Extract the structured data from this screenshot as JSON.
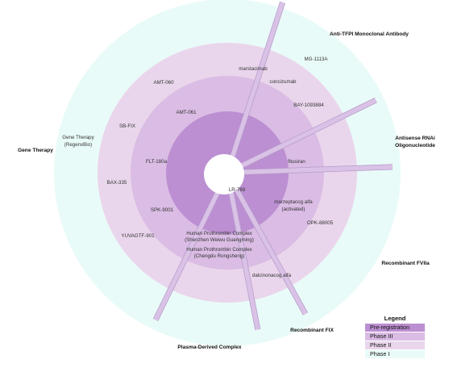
{
  "phases": [
    {
      "name": "Phase I",
      "color": "#e9fbf8"
    },
    {
      "name": "Phase II",
      "color": "#ead6ec"
    },
    {
      "name": "Phase III",
      "color": "#dabce4"
    },
    {
      "name": "Pre-registration",
      "color": "#bb8fd1"
    }
  ],
  "legend": {
    "title": "Legend",
    "items": [
      {
        "label": "Pre-registration",
        "color": "#bb8fd1"
      },
      {
        "label": "Phase III",
        "color": "#dabce4"
      },
      {
        "label": "Phase II",
        "color": "#ead6ec"
      },
      {
        "label": "Phase I",
        "color": "#e9fbf8"
      }
    ]
  },
  "categories": [
    {
      "name": "Anti-TFPI Monoclonal Antibody"
    },
    {
      "name": "Antisense RNAi Oligonucleotide"
    },
    {
      "name": "Recombinant FVIIa"
    },
    {
      "name": "Recombinant FIX"
    },
    {
      "name": "Plasma-Derived Complex"
    },
    {
      "name": "Gene Therapy"
    }
  ],
  "drugs": [
    {
      "name": "MG-1113A",
      "phase": "Phase I",
      "category": "Anti-TFPI Monoclonal Antibody"
    },
    {
      "name": "marstacimab",
      "phase": "Phase II",
      "category": "Anti-TFPI Monoclonal Antibody"
    },
    {
      "name": "concizumab",
      "phase": "Phase II",
      "category": "Anti-TFPI Monoclonal Antibody"
    },
    {
      "name": "BAY-1093884",
      "phase": "Phase II",
      "category": "Anti-TFPI Monoclonal Antibody"
    },
    {
      "name": "fitusiran",
      "phase": "Phase III",
      "category": "Antisense RNAi Oligonucleotide"
    },
    {
      "name": "LR-769",
      "phase": "Pre-registration",
      "category": "Recombinant FVIIa"
    },
    {
      "name": "marzeptacog alfa",
      "name2": "(activated)",
      "phase": "Phase III",
      "category": "Recombinant FVIIa"
    },
    {
      "name": "OPK-88005",
      "phase": "Phase II",
      "category": "Recombinant FVIIa"
    },
    {
      "name": "dalcinonacog alfa",
      "phase": "Phase II",
      "category": "Recombinant FIX"
    },
    {
      "name": "Human Prothrombin Complex",
      "name2": "(Shenzhen Weiwu Guangming)",
      "phase": "Phase III",
      "category": "Plasma-Derived Complex"
    },
    {
      "name": "Human Prothrombin Complex",
      "name2": "(Chengdu Rongsheng)",
      "phase": "Phase III",
      "category": "Plasma-Derived Complex"
    },
    {
      "name": "YUVAGTF-901",
      "phase": "Phase II",
      "category": "Gene Therapy"
    },
    {
      "name": "SPK-9001",
      "phase": "Phase III",
      "category": "Gene Therapy"
    },
    {
      "name": "BAX-335",
      "phase": "Phase II",
      "category": "Gene Therapy"
    },
    {
      "name": "FLT-180a",
      "phase": "Phase III",
      "category": "Gene Therapy"
    },
    {
      "name": "SB-FIX",
      "phase": "Phase II",
      "category": "Gene Therapy"
    },
    {
      "name": "Gene Therapy",
      "name2": "(RegenxBio)",
      "phase": "Phase I",
      "category": "Gene Therapy"
    },
    {
      "name": "AMT-060",
      "phase": "Phase II",
      "category": "Gene Therapy"
    },
    {
      "name": "AMT-061",
      "phase": "Phase III",
      "category": "Gene Therapy"
    }
  ],
  "spoke_color": "#d9c2e6"
}
